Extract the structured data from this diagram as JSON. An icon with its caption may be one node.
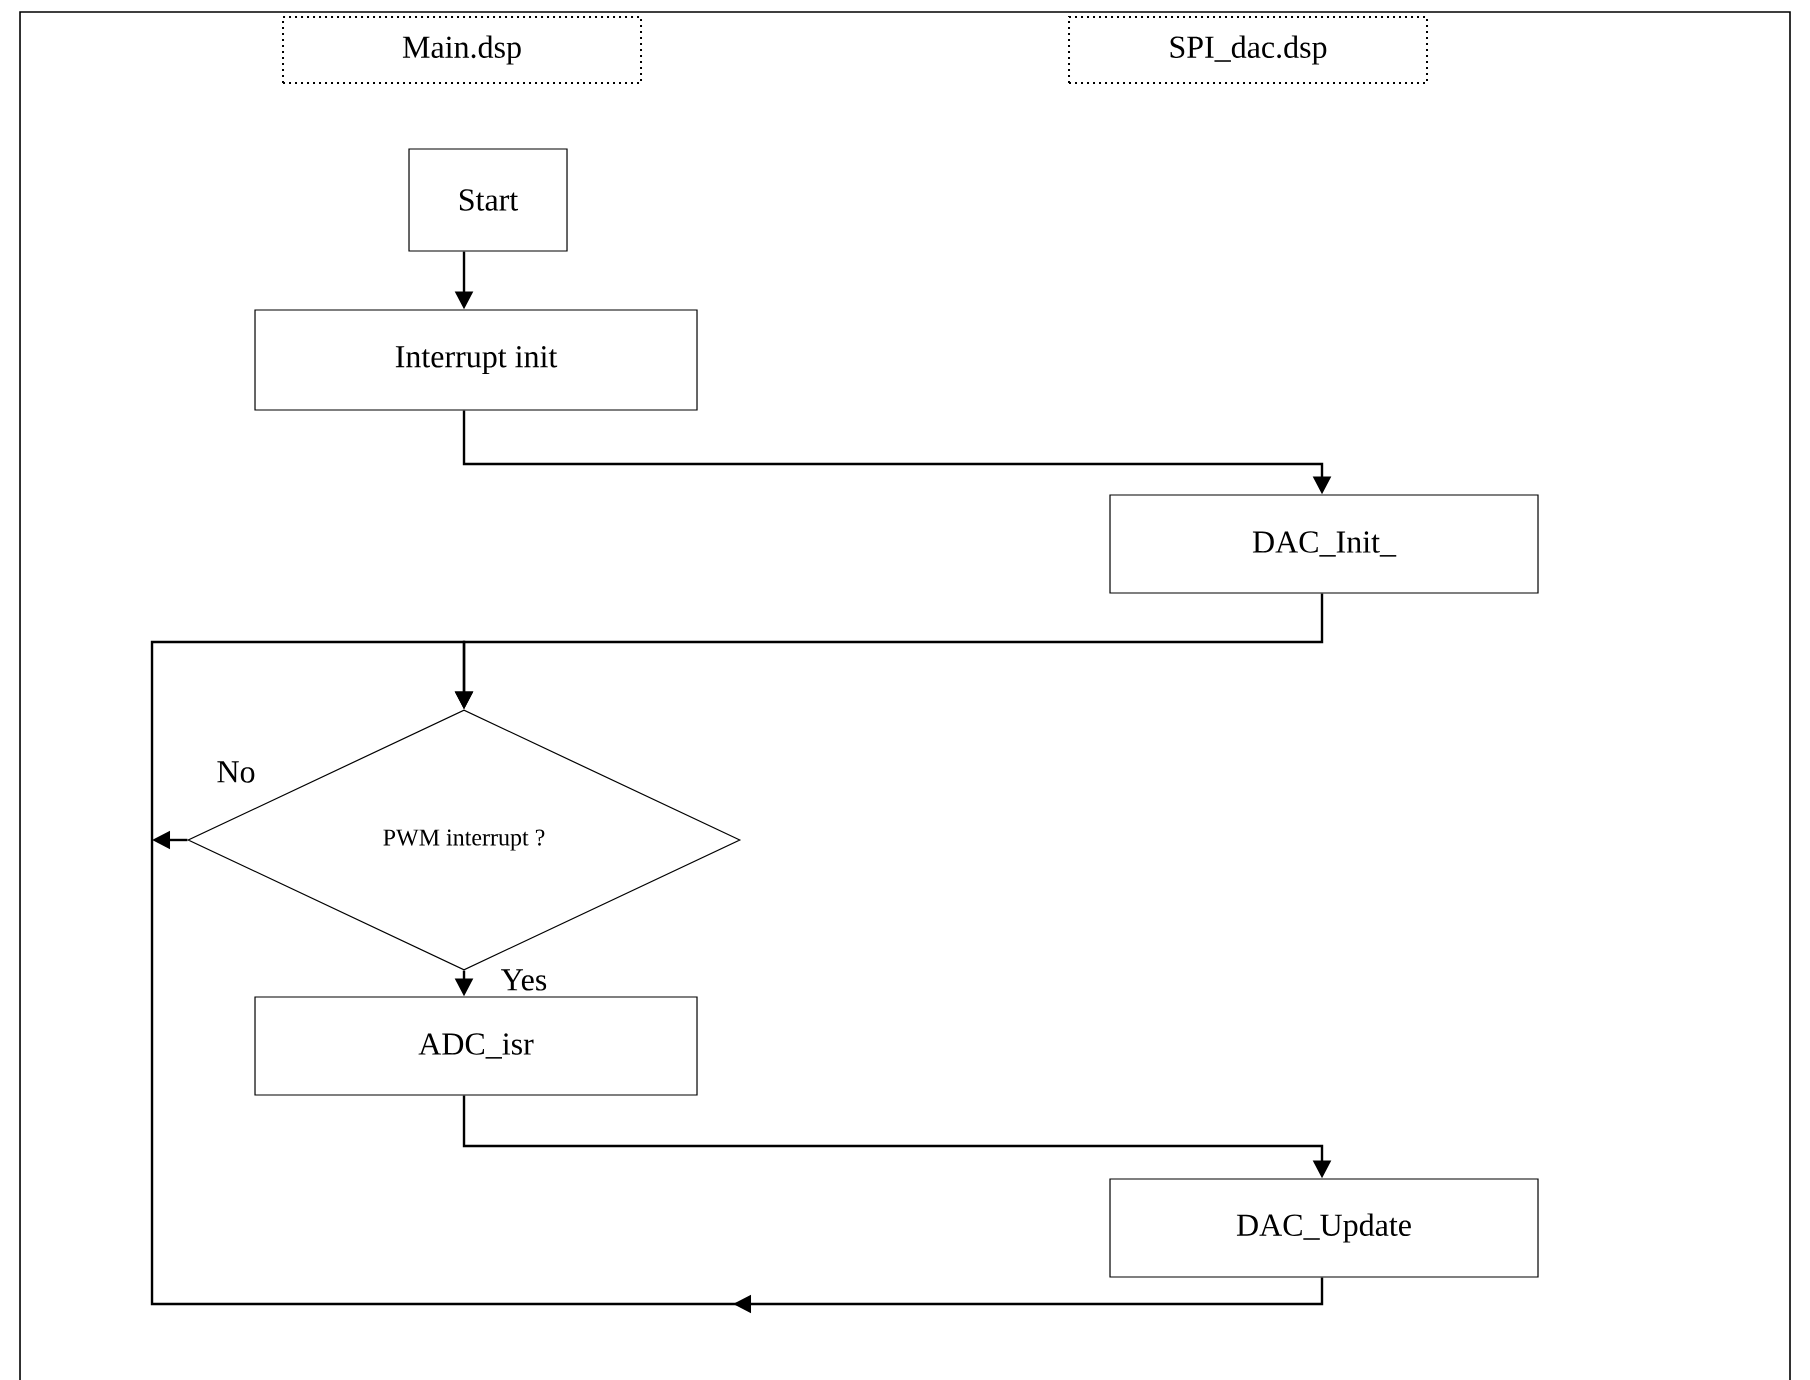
{
  "diagram": {
    "nodes": [
      {
        "text": [
          "Main.dsp"
        ]
      },
      {
        "text": [
          "SPI_dac.dsp"
        ]
      },
      {
        "text": [
          "Start"
        ]
      },
      {
        "text": [
          "Interrupt init"
        ]
      },
      {
        "text": [
          "DAC_Init_"
        ]
      },
      {
        "text": [
          "PWM interrupt ?"
        ]
      },
      {
        "text": [
          "ADC_isr"
        ]
      },
      {
        "text": [
          "DAC_Update"
        ]
      }
    ],
    "edges": [
      {
        "from": 2,
        "to": 3,
        "arrow": "to"
      },
      {
        "from": 3,
        "to": 4,
        "arrow": "to"
      },
      {
        "from": 4,
        "to": 5,
        "arrow": "to"
      },
      {
        "from": 5,
        "to": 6,
        "arrow": "to",
        "label": "Yes"
      },
      {
        "from": 5,
        "to": null,
        "arrow": "to",
        "label": "No"
      },
      {
        "from": 6,
        "to": 7,
        "arrow": "to"
      },
      {
        "from": 7,
        "to": 5,
        "arrow": "to"
      }
    ]
  }
}
